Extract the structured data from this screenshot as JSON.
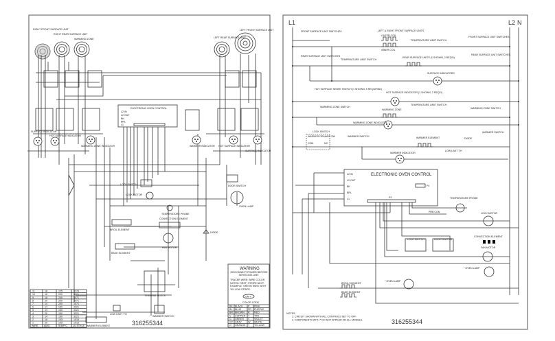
{
  "left_panel": {
    "title": "ELECTRONIC OVEN CONTROL",
    "control_pins": [
      "L2 IN",
      "L2 OUT",
      "BK",
      "BRL",
      "L1"
    ],
    "components": {
      "rf": "RIGHT FRONT SURFACE UNIT",
      "rr": "RIGHT REAR SURFACE UNIT",
      "wz": "WARMING ZONE",
      "lr": "LEFT REAR SURFACE UNIT",
      "lf": "LEFT FRONT SURFACE UNIT",
      "si_left": "SURFACE INDICATOR",
      "hsi_left": "HOT SURFACE INDICATOR",
      "wzi": "WARMING ZONE INDICATOR",
      "wi": "WARMER INDICATOR",
      "hsi_right": "HOT SURFACE INDICATOR",
      "si_right": "SURFACE INDICATOR",
      "lock_switch": "LOCK SWITCH",
      "lock_motor": "LOCK MOTOR",
      "door_switch": "DOOR SWITCH",
      "oven_lamp": "OVEN LAMP",
      "temp_probe": "TEMPERATURE PROBE",
      "broil": "BROIL ELEMENT",
      "bake": "BAKE ELEMENT",
      "convection": "CONVECTION ELEMENT",
      "fan": "FAN MOTOR",
      "terminal": "TERMINAL BLOCK",
      "diode": "DIODE",
      "warmer_element": "WARMER ELEMENT",
      "low_limit": "LOW LIMIT T'H",
      "warmer_switch": "WARMER SWITCH"
    },
    "warning": {
      "title": "WARNING",
      "subtitle": "DISCONNECT POWER BEFORE SERVICING UNIT.",
      "body": "TRACER WIRE: WIRE COLOR NOTED FIRST, STRIPE NEXT. EXAMPLE: GREEN WIRE WITH YELLOW STRIPE.",
      "example": "GN-Y",
      "color_code_title": "COLOR CODE",
      "color_code": [
        [
          "BK",
          "BLACK",
          "P",
          "PINK"
        ],
        [
          "BL",
          "BLUE",
          "PR",
          "PURPLE"
        ],
        [
          "BR",
          "BROWN",
          "R",
          "RED"
        ],
        [
          "C",
          "COPPER",
          "T",
          "TAN"
        ],
        [
          "G",
          "GREEN",
          "V",
          "VIOLET"
        ],
        [
          "GY",
          "GRAY",
          "W",
          "WHITE"
        ],
        [
          "O",
          "ORANGE",
          "Y",
          "YELLOW"
        ]
      ]
    },
    "wire_table": {
      "headers": [
        "WIRE",
        "AWG",
        "TEMP°C",
        "UL STYLE"
      ],
      "rows": [
        [
          "11",
          "18",
          "125",
          "3174"
        ],
        [
          "10",
          "16",
          "200",
          "3071"
        ],
        [
          "9",
          "18",
          "200",
          "3071"
        ],
        [
          "8",
          "20",
          "200",
          "3071"
        ],
        [
          "7",
          "14",
          "200",
          "3071"
        ],
        [
          "6",
          "14",
          "150",
          "3321"
        ],
        [
          "5",
          "14",
          "150",
          "3321"
        ],
        [
          "4",
          "20",
          "150",
          "3321"
        ],
        [
          "3",
          "14",
          "150",
          "3321"
        ],
        [
          "2",
          "18",
          "105",
          "1015"
        ],
        [
          "1",
          "20",
          "105",
          "1015"
        ]
      ]
    },
    "part_number": "316255344"
  },
  "right_panel": {
    "rails": {
      "l1": "L1",
      "l2": "L2",
      "n": "N"
    },
    "labels": {
      "fsus_left": "FRONT SURFACE UNIT SWITCHES",
      "lr_front_units": "LEFT & RIGHT FRONT SURFACE UNITS",
      "outer_coil": "OUTER COIL",
      "inner_coil": "INNER COIL",
      "tls1": "TEMPERATURE LIMIT SWITCH",
      "fsus_right": "FRONT SURFACE UNIT SWITCHES",
      "rsus_left": "REAR SURFACE UNIT SWITCHES",
      "tls2": "TEMPERATURE LIMIT SWITCH",
      "rear_units": "REAR SURFACE UNITS (1 SHOWN, 2 REQ'D)",
      "rsus_right": "REAR SURFACE UNIT SWITCHES",
      "surface_indicators": "SURFACE INDICATORS",
      "hss": "HOT SURFACE SENSE SWITCH (1 SHOWN, 5 REQUIRED)",
      "hsi": "HOT SURFACE INDICATOR (1 SHOWN, 2 REQ'D)",
      "wzs_left": "WARMING ZONE SWITCH",
      "wz": "WARMING ZONE",
      "tls3": "TEMPERATURE LIMIT SWITCH",
      "wzs_right": "WARMING ZONE SWITCH",
      "wzi": "WARMING ZONE INDICATOR",
      "lock_switch": "LOCK SWITCH",
      "warmer_drawer_sw": "WARMER DRAWER SW",
      "com": "COM",
      "nc": "NC",
      "warmer_switch_left": "WARMER SWITCH",
      "warmer_element": "WARMER ELEMENT",
      "diode": "DIODE",
      "warmer_switch_right": "WARMER SWITCH",
      "low_limit": "LOW LIMIT T'H",
      "warmer_indicator": "WARMER INDICATOR",
      "eoc": "ELECTRONIC OVEN CONTROL",
      "pins": [
        "L2 IN",
        "L2 OUT",
        "BK",
        "BRL",
        "L1"
      ],
      "p4": "P4",
      "p3": "P3",
      "temp_probe": "TEMPERATURE PROBE",
      "prb_con": "PRB CON",
      "lock_motor": "LOCK MOTOR",
      "lock_sw": "LOCK SWITCH",
      "door_sw": "DOOR SWITCH",
      "convection": "CONVECTION ELEMENT",
      "fan": "FAN MOTOR",
      "oven_lamp1": "* OVEN LAMP",
      "oven_lamp2": "* OVEN LAMP",
      "broil": "BROIL ELEMENT",
      "bake": "BAKE ELEMENT"
    },
    "notes_title": "NOTES:",
    "notes": [
      "1. CIRCUIT SHOWN WITH ALL CONTROLS SET TO OFF.",
      "2. COMPONENTS WITH * DO NOT APPEAR ON ALL MODELS."
    ],
    "part_number": "316255344"
  }
}
